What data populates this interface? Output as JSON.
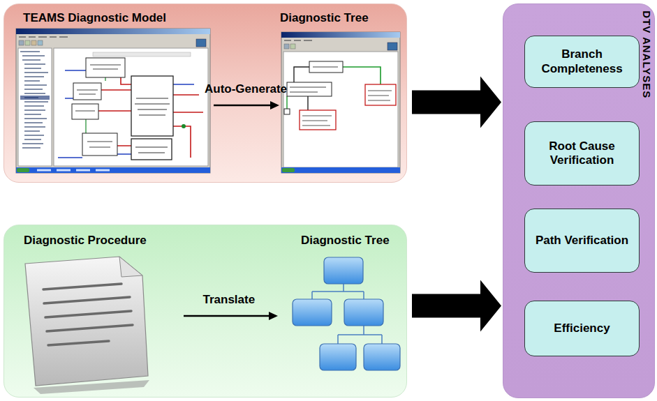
{
  "diagram": {
    "nodes": [
      {
        "text": [
          "TEAMS Diagnostic Model",
          "Diagnostic Tree"
        ]
      },
      {
        "text": [
          "Diagnostic Procedure",
          "Diagnostic Tree"
        ]
      },
      {
        "text": [
          "DTV ANALYSES"
        ]
      },
      {
        "text": [
          "Branch Completeness"
        ],
        "in": 2
      },
      {
        "text": [
          "Root Cause Verification"
        ],
        "in": 2
      },
      {
        "text": [
          "Path Verification"
        ],
        "in": 2
      },
      {
        "text": [
          "Efficiency"
        ],
        "in": 2
      }
    ],
    "edges": [
      {
        "from": 0,
        "to": 2,
        "arrow": "to"
      },
      {
        "from": 1,
        "to": 2,
        "arrow": "to"
      }
    ],
    "labels": [
      "Auto-Generate",
      "Translate"
    ]
  }
}
